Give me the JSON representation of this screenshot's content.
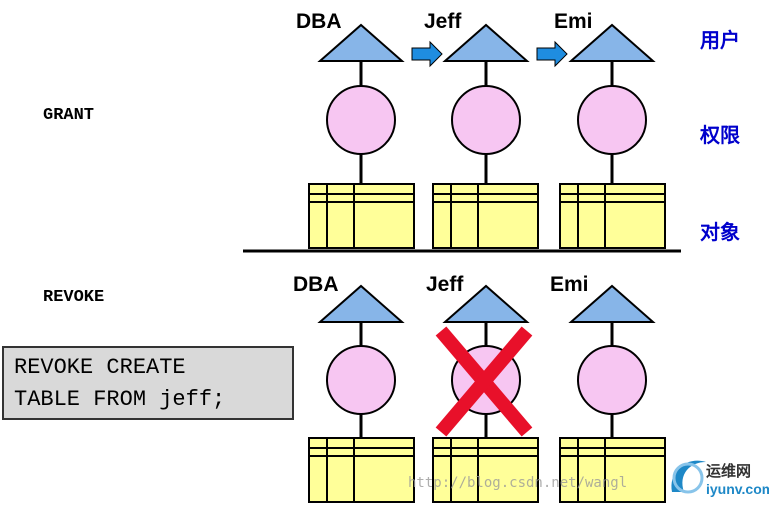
{
  "grant": {
    "label": "GRANT",
    "users": [
      "DBA",
      "Jeff",
      "Emi"
    ]
  },
  "revoke": {
    "label": "REVOKE",
    "users": [
      "DBA",
      "Jeff",
      "Emi"
    ],
    "statement_line1": "REVOKE CREATE",
    "statement_line2": "TABLE FROM jeff;"
  },
  "legend": {
    "users": "用户",
    "privileges": "权限",
    "objects": "对象"
  },
  "watermark": "http://blog.csdn.net/wangl",
  "logo": {
    "cn": "运维网",
    "en": "iyunv.com"
  },
  "colors": {
    "triangle": "#87b5e8",
    "circle": "#f7c6f2",
    "table": "#ffff99",
    "arrow": "#1f8de0",
    "cross": "#e8102a",
    "legend_text": "#0000cc"
  }
}
